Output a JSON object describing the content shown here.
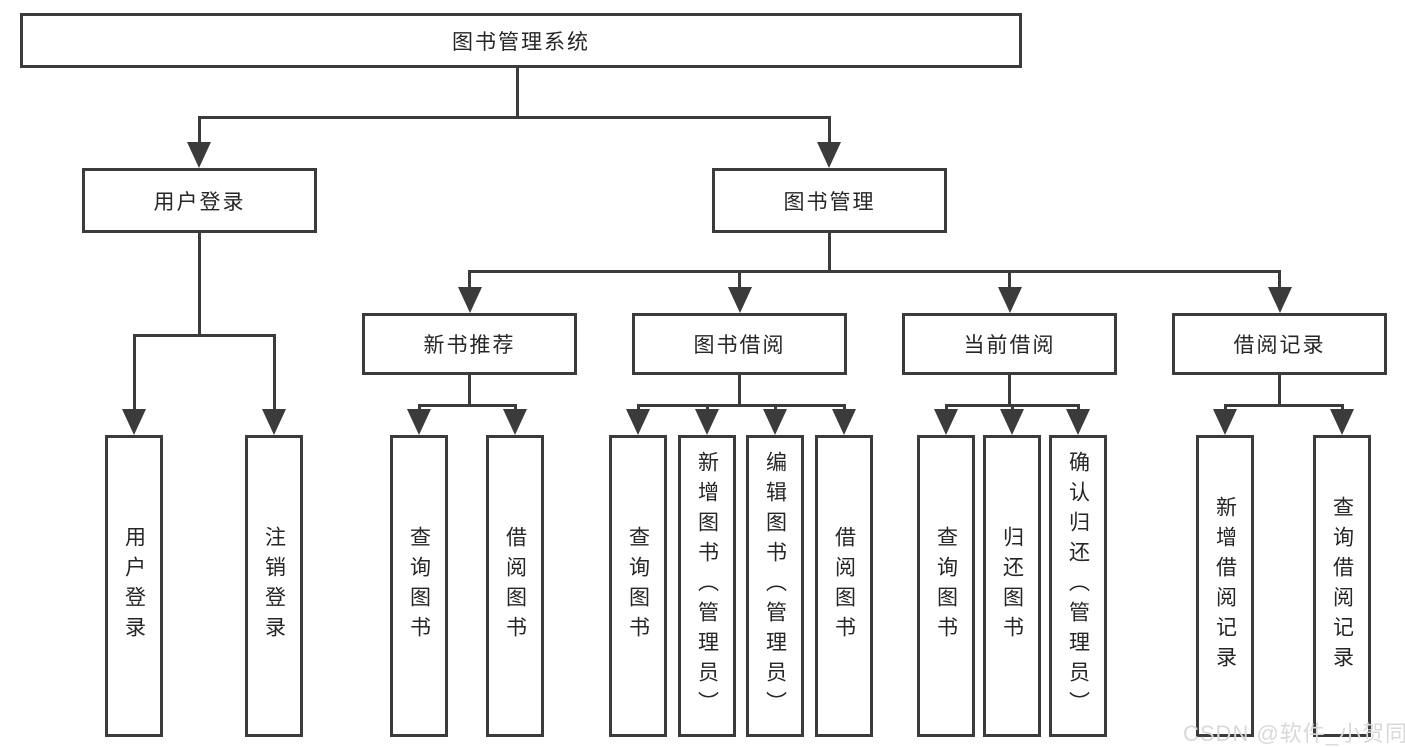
{
  "colors": {
    "line": "#3b3b3b",
    "text": "#262626",
    "watermark": "#d9d9d9",
    "background": "#ffffff"
  },
  "watermark": {
    "text": "CSDN @软件_小贺同学"
  },
  "tree": {
    "root": {
      "label": "图书管理系统",
      "children": [
        {
          "label": "用户登录",
          "children": [
            {
              "label": "用户登录"
            },
            {
              "label": "注销登录"
            }
          ]
        },
        {
          "label": "图书管理",
          "children": [
            {
              "label": "新书推荐",
              "children": [
                {
                  "label": "查询图书"
                },
                {
                  "label": "借阅图书"
                }
              ]
            },
            {
              "label": "图书借阅",
              "children": [
                {
                  "label": "查询图书"
                },
                {
                  "label": "新增图书（管理员）"
                },
                {
                  "label": "编辑图书（管理员）"
                },
                {
                  "label": "借阅图书"
                }
              ]
            },
            {
              "label": "当前借阅",
              "children": [
                {
                  "label": "查询图书"
                },
                {
                  "label": "归还图书"
                },
                {
                  "label": "确认归还（管理员）"
                }
              ]
            },
            {
              "label": "借阅记录",
              "children": [
                {
                  "label": "新增借阅记录"
                },
                {
                  "label": "查询借阅记录"
                }
              ]
            }
          ]
        }
      ]
    }
  }
}
